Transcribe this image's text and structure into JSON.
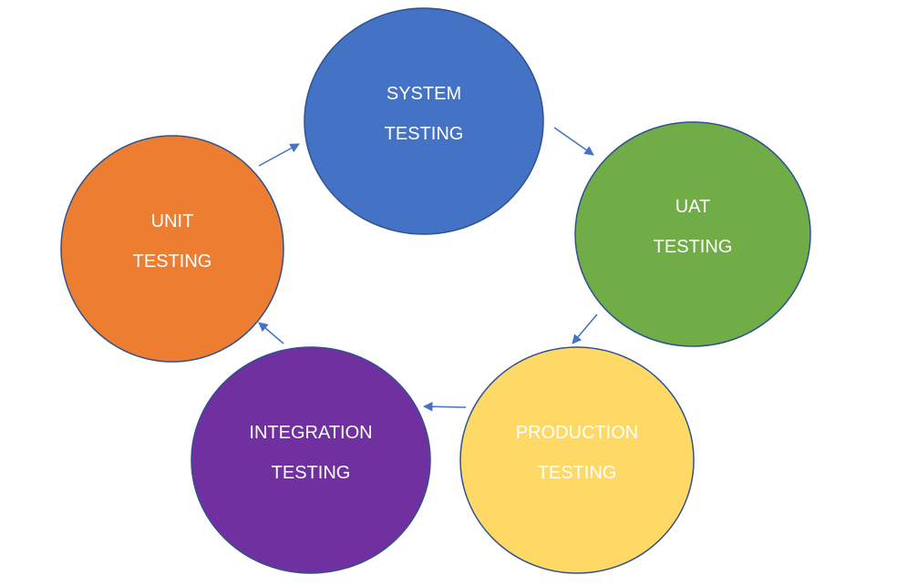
{
  "diagram": {
    "nodes": [
      {
        "id": "system",
        "line1": "SYSTEM",
        "line2": "TESTING",
        "color": "#4472C4"
      },
      {
        "id": "uat",
        "line1": "UAT",
        "line2": "TESTING",
        "color": "#70AD47"
      },
      {
        "id": "production",
        "line1": "PRODUCTION",
        "line2": "TESTING",
        "color": "#FFD966"
      },
      {
        "id": "integration",
        "line1": "INTEGRATION",
        "line2": "TESTING",
        "color": "#7030A0"
      },
      {
        "id": "unit",
        "line1": "UNIT",
        "line2": "TESTING",
        "color": "#ED7D31"
      }
    ],
    "edges": [
      {
        "from": "unit",
        "to": "system"
      },
      {
        "from": "system",
        "to": "uat"
      },
      {
        "from": "uat",
        "to": "production"
      },
      {
        "from": "production",
        "to": "integration"
      },
      {
        "from": "integration",
        "to": "unit"
      }
    ],
    "border_color": "#2F528F",
    "arrow_color": "#4472C4"
  }
}
